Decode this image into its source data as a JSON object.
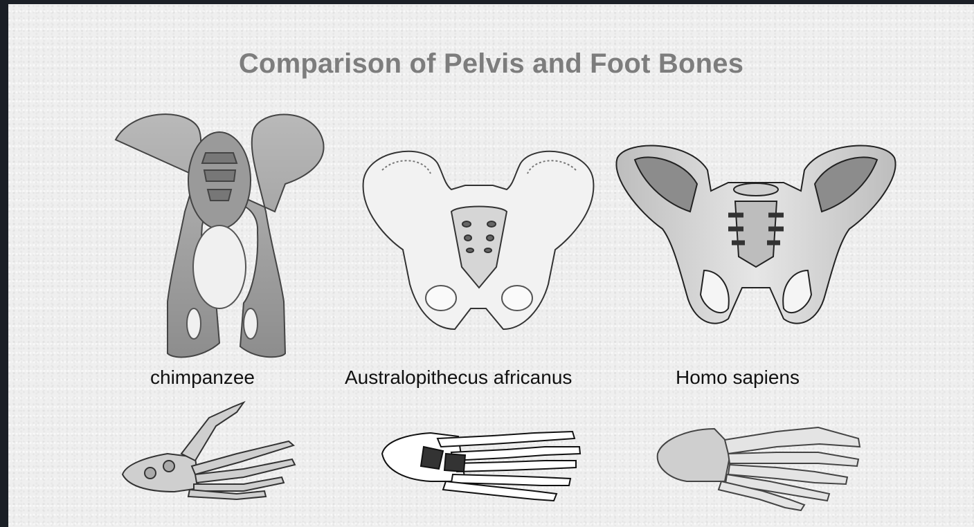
{
  "title": "Comparison of Pelvis and Foot Bones",
  "labels": {
    "chimpanzee": "chimpanzee",
    "australopithecus": "Australopithecus africanus",
    "homo": "Homo sapiens"
  },
  "colors": {
    "frame": "#1b1f26",
    "background": "#efefef",
    "title": "#7d7d7d",
    "bone_light": "#dcdcdc",
    "bone_mid": "#a6a6a6",
    "bone_dark": "#555555"
  }
}
